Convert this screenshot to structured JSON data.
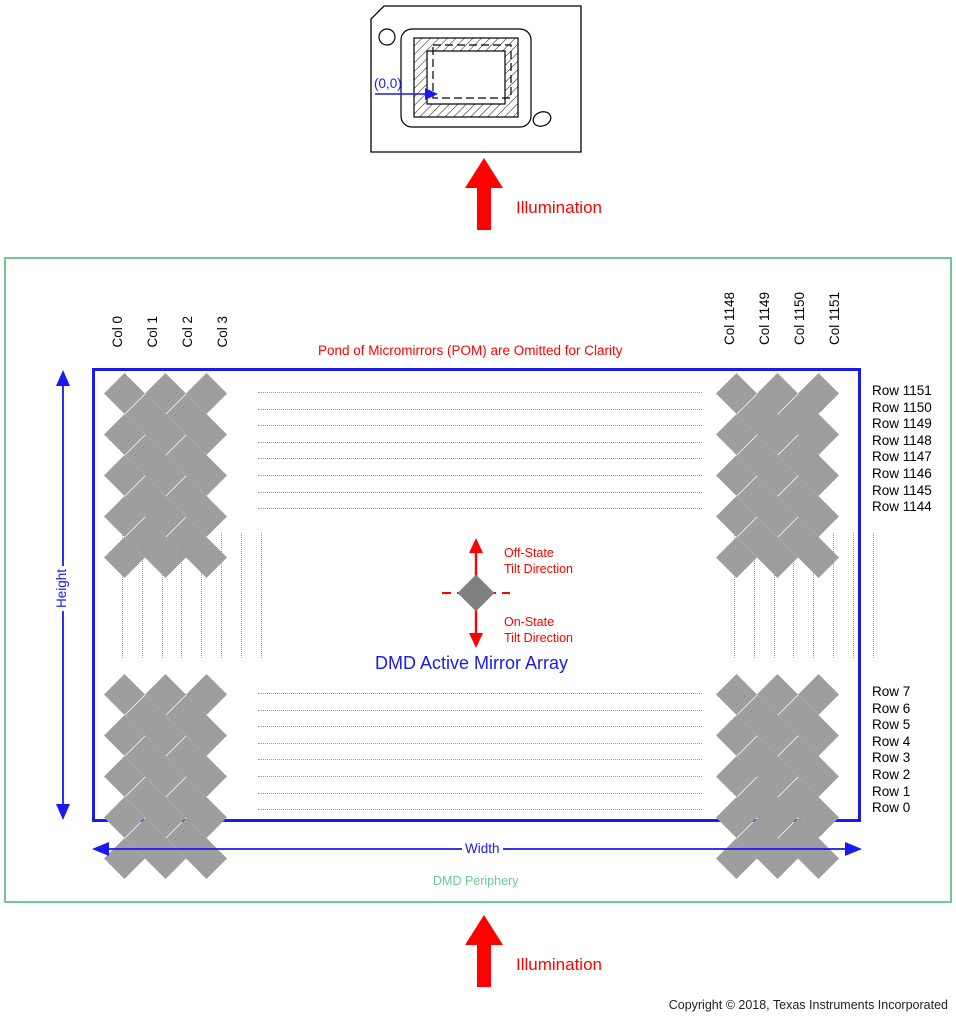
{
  "diagram": {
    "title": "DMD Active Mirror Array",
    "copyright": "Copyright © 2018, Texas Instruments Incorporated",
    "colors": {
      "mirror": "#9e9e9e",
      "active_array_border": "#1a1aee",
      "periphery_border": "#6ec795",
      "illumination_arrow": "#ff0000",
      "annotation_red": "#ff0000",
      "annotation_blue": "#1a1aee",
      "dotted_line": "#9a9a9a"
    }
  },
  "chip": {
    "origin_label": "(0,0)"
  },
  "illumination": {
    "top_label": "Illumination",
    "bottom_label": "Illumination"
  },
  "periphery": {
    "label": "DMD Periphery"
  },
  "active_array": {
    "pom_note": "Pond of Micromirrors (POM) are Omitted for Clarity",
    "title": "DMD Active Mirror Array"
  },
  "tilt": {
    "off_state_line1": "Off-State",
    "off_state_line2": "Tilt Direction",
    "on_state_line1": "On-State",
    "on_state_line2": "Tilt Direction"
  },
  "dimensions": {
    "height_label": "Height",
    "width_label": "Width"
  },
  "columns": {
    "left": [
      "Col 0",
      "Col 1",
      "Col 2",
      "Col 3"
    ],
    "right": [
      "Col 1148",
      "Col 1149",
      "Col 1150",
      "Col 1151"
    ]
  },
  "rows": {
    "top": [
      "Row 1151",
      "Row 1150",
      "Row 1149",
      "Row 1148",
      "Row 1147",
      "Row 1146",
      "Row 1145",
      "Row 1144"
    ],
    "bottom": [
      "Row 7",
      "Row 6",
      "Row 5",
      "Row 4",
      "Row 3",
      "Row 2",
      "Row 1",
      "Row 0"
    ]
  }
}
